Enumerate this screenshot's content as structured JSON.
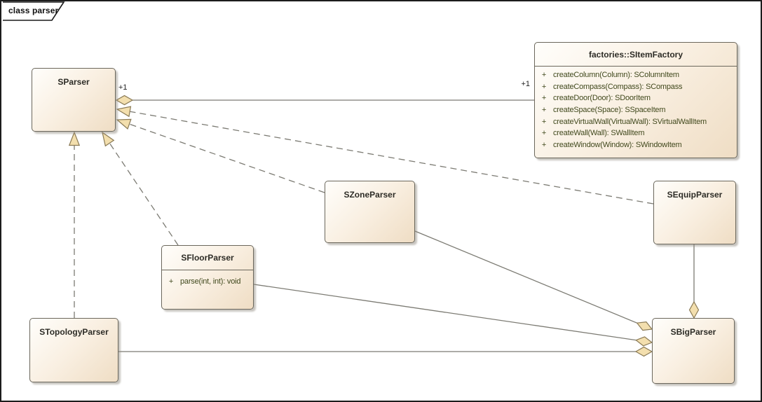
{
  "frame": {
    "label": "class parser"
  },
  "colors": {
    "box_fill_start": "#fffefb",
    "box_fill_end": "#efddc4",
    "box_border": "#6b675c",
    "connector_line": "#7c7b73",
    "marker_fill": "#f3dfae",
    "marker_stroke": "#8a7a55",
    "method_text": "#41491d",
    "title_text": "#2d2c26"
  },
  "classes": {
    "sparser": {
      "name": "SParser"
    },
    "sitemfactory": {
      "name": "factories::SItemFactory",
      "methods": [
        {
          "vis": "+",
          "sig": "createColumn(Column): SColumnItem"
        },
        {
          "vis": "+",
          "sig": "createCompass(Compass): SCompass"
        },
        {
          "vis": "+",
          "sig": "createDoor(Door): SDoorItem"
        },
        {
          "vis": "+",
          "sig": "createSpace(Space): SSpaceItem"
        },
        {
          "vis": "+",
          "sig": "createVirtualWall(VirtualWall): SVirtualWallItem"
        },
        {
          "vis": "+",
          "sig": "createWall(Wall): SWallItem"
        },
        {
          "vis": "+",
          "sig": "createWindow(Window): SWindowItem"
        }
      ]
    },
    "szoneparser": {
      "name": "SZoneParser"
    },
    "sequipparser": {
      "name": "SEquipParser"
    },
    "sfloorparser": {
      "name": "SFloorParser",
      "methods": [
        {
          "vis": "+",
          "sig": "parse(int, int): void"
        }
      ]
    },
    "stopologyparser": {
      "name": "STopologyParser"
    },
    "sbigparser": {
      "name": "SBigParser"
    }
  },
  "connectors": [
    {
      "from": "factories::SItemFactory",
      "to": "SParser",
      "line": "solid",
      "target_marker": "diamond",
      "label_source": "+1",
      "label_target": "+1"
    },
    {
      "from": "SEquipParser",
      "to": "SParser",
      "line": "dashed",
      "target_marker": "triangle"
    },
    {
      "from": "SZoneParser",
      "to": "SParser",
      "line": "dashed",
      "target_marker": "triangle"
    },
    {
      "from": "SFloorParser",
      "to": "SParser",
      "line": "dashed",
      "target_marker": "triangle"
    },
    {
      "from": "STopologyParser",
      "to": "SParser",
      "line": "dashed",
      "target_marker": "triangle"
    },
    {
      "from": "SZoneParser",
      "to": "SBigParser",
      "line": "solid",
      "target_marker": "diamond"
    },
    {
      "from": "SFloorParser",
      "to": "SBigParser",
      "line": "solid",
      "target_marker": "diamond"
    },
    {
      "from": "STopologyParser",
      "to": "SBigParser",
      "line": "solid",
      "target_marker": "diamond"
    },
    {
      "from": "SEquipParser",
      "to": "SBigParser",
      "line": "solid",
      "target_marker": "diamond"
    }
  ]
}
